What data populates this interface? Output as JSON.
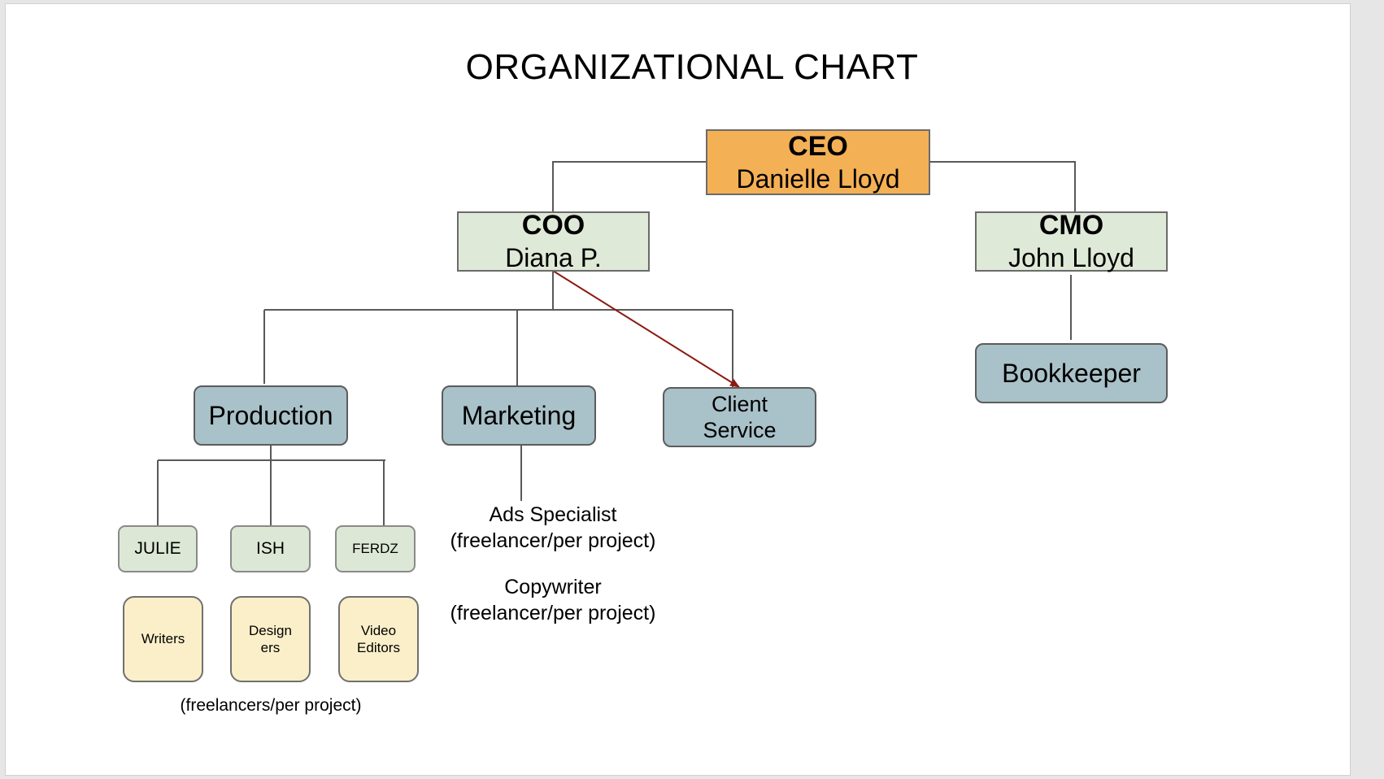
{
  "title": "ORGANIZATIONAL CHART",
  "ceo": {
    "role": "CEO",
    "name": "Danielle Lloyd"
  },
  "coo": {
    "role": "COO",
    "name": "Diana P."
  },
  "cmo": {
    "role": "CMO",
    "name": "John Lloyd"
  },
  "departments": {
    "production": "Production",
    "marketing": "Marketing",
    "client_service": "Client\nService",
    "bookkeeper": "Bookkeeper"
  },
  "leads": [
    "JULIE",
    "ISH",
    "FERDZ"
  ],
  "teams": [
    "Writers",
    "Design\ners",
    "Video\nEditors"
  ],
  "notes": {
    "ads_specialist": "Ads Specialist\n(freelancer/per project)",
    "copywriter": "Copywriter\n(freelancer/per project)",
    "production_freelancers": "(freelancers/per project)"
  },
  "colors": {
    "ceo_fill": "#f4b055",
    "manager_fill": "#dfe9d7",
    "department_fill": "#a9c1c8",
    "lead_fill": "#dce8d5",
    "team_fill": "#fbefc9",
    "connector": "#595959",
    "arrow": "#8b1a12"
  }
}
